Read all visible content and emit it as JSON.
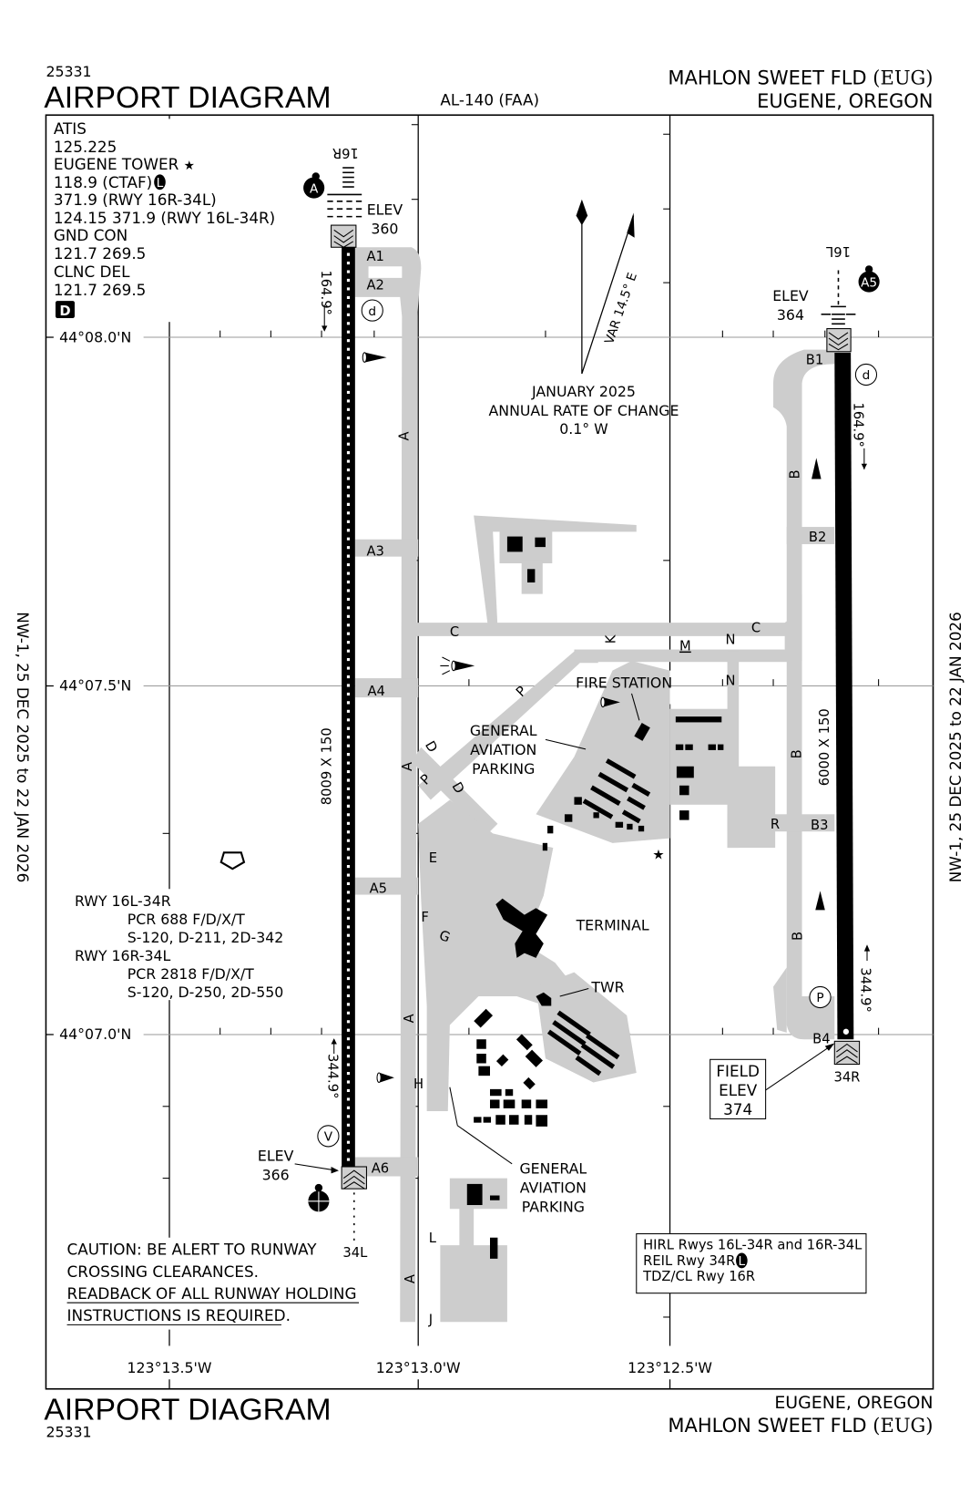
{
  "header": {
    "chart_number": "25331",
    "title": "AIRPORT DIAGRAM",
    "procedure_id": "AL-140 (FAA)",
    "airport_name": "MAHLON SWEET FLD",
    "airport_code": "(EUG)",
    "location": "EUGENE, OREGON"
  },
  "footer": {
    "title": "AIRPORT DIAGRAM",
    "chart_number": "25331",
    "location": "EUGENE, OREGON",
    "airport_name": "MAHLON SWEET FLD",
    "airport_code": "(EUG)"
  },
  "validity": {
    "left": "NW-1,  25 DEC 2025  to  22 JAN 2026",
    "right": "NW-1,  25 DEC 2025  to  22 JAN 2026"
  },
  "comms": [
    "ATIS",
    "125.225",
    "EUGENE TOWER",
    "118.9 (CTAF)",
    "371.9 (RWY 16R-34L)",
    "124.15  371.9 (RWY 16L-34R)",
    "GND CON",
    "121.7  269.5",
    "CLNC DEL",
    "121.7  269.5"
  ],
  "comm_symbols": {
    "star": "★",
    "lighting": "L",
    "datalink": "D"
  },
  "grid": {
    "latitudes": [
      "44°08.0'N",
      "44°07.5'N",
      "44°07.0'N"
    ],
    "longitudes": [
      "123°13.5'W",
      "123°13.0'W",
      "123°12.5'W"
    ]
  },
  "compass": {
    "variation": "VAR 14.5° E",
    "date": "JANUARY 2025",
    "rate_label": "ANNUAL RATE OF CHANGE",
    "rate": "0.1° W"
  },
  "runways": {
    "rwy_16R": "16R",
    "rwy_34L": "34L",
    "rwy_16L": "16L",
    "rwy_34R": "34R",
    "west_dimensions": "8009 X 150",
    "east_dimensions": "6000 X 150",
    "heading_164": "164.9°",
    "heading_344": "344.9°",
    "elev_label": "ELEV",
    "elev_16R": "360",
    "elev_34L": "366",
    "elev_16L": "364",
    "field_elev_line1": "FIELD",
    "field_elev_line2": "ELEV",
    "field_elev": "374"
  },
  "symbols": {
    "hotspot_a": "A",
    "hotspot_a5": "A5",
    "circle_d": "d",
    "circle_v": "V",
    "circle_p": "P"
  },
  "taxiways": {
    "A1": "A1",
    "A2": "A2",
    "A3": "A3",
    "A4": "A4",
    "A5": "A5",
    "A6": "A6",
    "A": "A",
    "B": "B",
    "B1": "B1",
    "B2": "B2",
    "B3": "B3",
    "B4": "B4",
    "C": "C",
    "D": "D",
    "E": "E",
    "F": "F",
    "G": "G",
    "H": "H",
    "J": "J",
    "K": "K",
    "L": "L",
    "M": "M",
    "N": "N",
    "P": "P",
    "R": "R"
  },
  "facilities": {
    "fire_station": "FIRE STATION",
    "ga_parking": [
      "GENERAL",
      "AVIATION",
      "PARKING"
    ],
    "terminal": "TERMINAL",
    "tower": "TWR"
  },
  "pavement_notes": [
    "RWY 16L-34R",
    "PCR 688 F/D/X/T",
    "S-120, D-211, 2D-342",
    "RWY 16R-34L",
    "PCR 2818 F/D/X/T",
    "S-120, D-250, 2D-550"
  ],
  "caution": [
    "CAUTION: BE ALERT TO RUNWAY",
    "CROSSING CLEARANCES.",
    "READBACK OF ALL RUNWAY HOLDING",
    "INSTRUCTIONS IS REQUIRED."
  ],
  "lighting_box": [
    "HIRL Rwys 16L-34R and 16R-34L",
    "REIL Rwy 34R",
    "TDZ/CL Rwy 16R"
  ],
  "colors": {
    "taxiway": "#cdcdcd",
    "runway": "#000000",
    "background": "#ffffff"
  }
}
